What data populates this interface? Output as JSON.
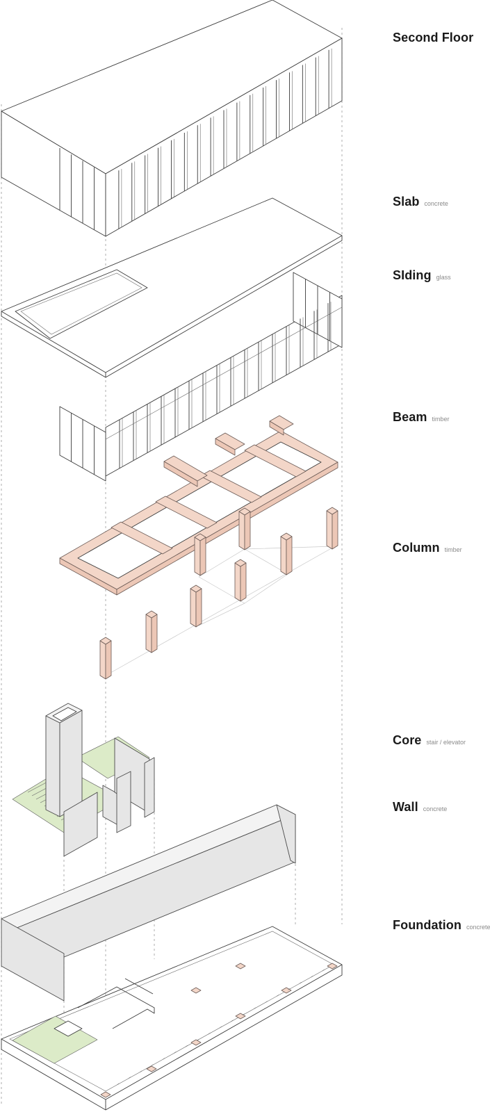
{
  "layers": [
    {
      "id": "second_floor",
      "name": "Second Floor",
      "material": ""
    },
    {
      "id": "slab",
      "name": "Slab",
      "material": "concrete"
    },
    {
      "id": "siding",
      "name": "SIding",
      "material": "glass"
    },
    {
      "id": "beam",
      "name": "Beam",
      "material": "timber"
    },
    {
      "id": "column",
      "name": "Column",
      "material": "timber"
    },
    {
      "id": "core",
      "name": "Core",
      "material": "stair / elevator"
    },
    {
      "id": "wall",
      "name": "Wall",
      "material": "concrete"
    },
    {
      "id": "foundation",
      "name": "Foundation",
      "material": "concrete"
    }
  ],
  "colors": {
    "timber": "#f3d6c8",
    "concrete_wall": "#e6e6e6",
    "stair": "#dcebc8",
    "line": "#3a3a3a"
  }
}
